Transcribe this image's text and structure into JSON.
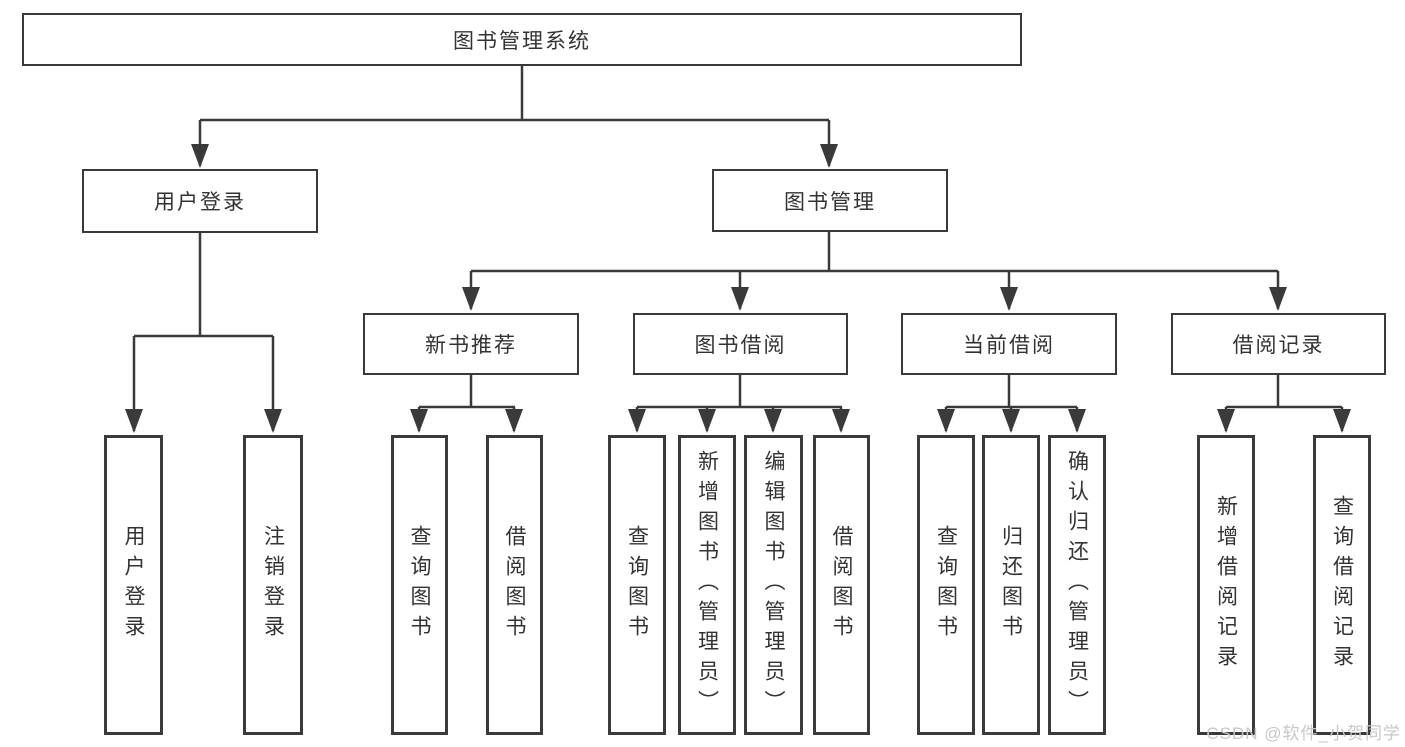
{
  "root": {
    "label": "图书管理系统"
  },
  "level2": {
    "user_login": {
      "label": "用户登录"
    },
    "book_management": {
      "label": "图书管理"
    }
  },
  "level3": {
    "new_book_recommend": {
      "label": "新书推荐"
    },
    "book_borrow": {
      "label": "图书借阅"
    },
    "current_borrow": {
      "label": "当前借阅"
    },
    "borrow_records": {
      "label": "借阅记录"
    }
  },
  "leaves": {
    "user_login": [
      "用户登录",
      "注销登录"
    ],
    "new_book_recommend": [
      "查询图书",
      "借阅图书"
    ],
    "book_borrow": [
      "查询图书",
      "新增图书（管理员）",
      "编辑图书（管理员）",
      "借阅图书"
    ],
    "current_borrow": [
      "查询图书",
      "归还图书",
      "确认归还（管理员）"
    ],
    "borrow_records": [
      "新增借阅记录",
      "查询借阅记录"
    ]
  },
  "watermark": {
    "text": "CSDN @软件_小贺同学"
  },
  "colors": {
    "line": "#3a3a3a",
    "box_border": "#3a3a3a",
    "text": "#333333",
    "background": "#ffffff",
    "watermark": "#c8c8c8"
  }
}
